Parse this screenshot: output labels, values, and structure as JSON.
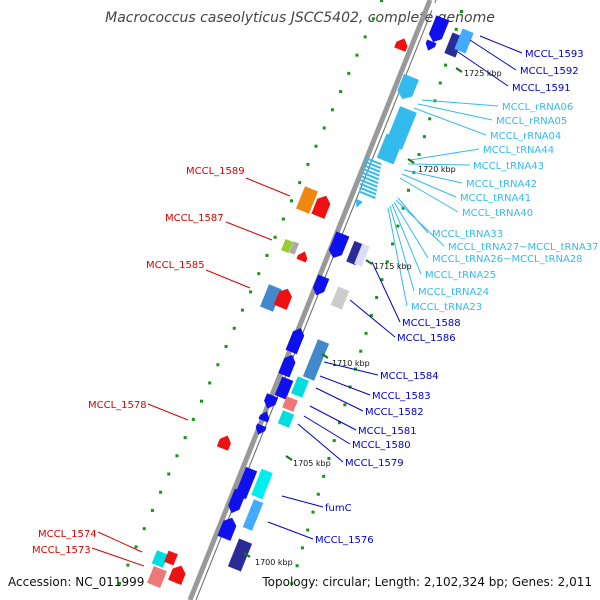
{
  "title": "Macrococcus caseolyticus JSCC5402, complete genome",
  "footer": {
    "accession": "Accession: NC_011999",
    "topology": "Topology: circular; Length: 2,102,324 bp; Genes: 2,011"
  },
  "ticks": [
    "1725 kbp",
    "1720 kbp",
    "1715 kbp",
    "1710 kbp",
    "1705 kbp",
    "1700 kbp"
  ],
  "colors": {
    "blue_label": "#0000cc",
    "red_label": "#dd0000",
    "cyan_label": "#33bbee",
    "backbone": "#808080"
  },
  "labels": {
    "right_blue": [
      "MCCL_1593",
      "MCCL_1592",
      "MCCL_1591",
      "MCCL_1588",
      "MCCL_1586",
      "MCCL_1584",
      "MCCL_1583",
      "MCCL_1582",
      "MCCL_1581",
      "MCCL_1580",
      "MCCL_1579",
      "fumC",
      "MCCL_1576"
    ],
    "right_cyan": [
      "MCCL_rRNA06",
      "MCCL_rRNA05",
      "MCCL_rRNA04",
      "MCCL_tRNA44",
      "MCCL_tRNA43",
      "MCCL_tRNA42",
      "MCCL_tRNA41",
      "MCCL_tRNA40",
      "MCCL_tRNA33",
      "MCCL_tRNA27~MCCL_tRNA37",
      "MCCL_tRNA26~MCCL_tRNA28",
      "MCCL_tRNA25",
      "MCCL_tRNA24",
      "MCCL_tRNA23"
    ],
    "left_red": [
      "MCCL_1589",
      "MCCL_1587",
      "MCCL_1585",
      "MCCL_1578",
      "MCCL_1574",
      "MCCL_1573"
    ]
  }
}
